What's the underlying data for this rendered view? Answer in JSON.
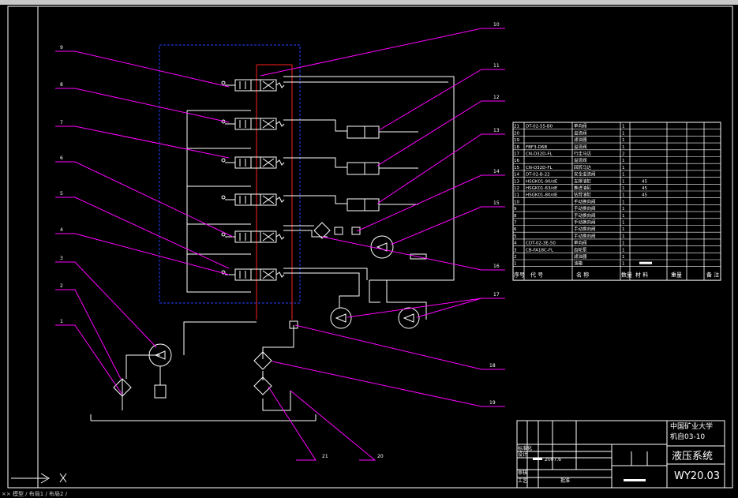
{
  "colors": {
    "background": "#000000",
    "white": "#ffffff",
    "magenta": "#ff00ff",
    "blue": "#2040ff",
    "red": "#ff2020"
  },
  "diagram": {
    "labels": [
      "1",
      "2",
      "3",
      "4",
      "5",
      "6",
      "7",
      "8",
      "9",
      "10",
      "11",
      "12",
      "13",
      "14",
      "15",
      "16",
      "17",
      "18",
      "19",
      "20",
      "21"
    ]
  },
  "parts_table": {
    "rows": [
      {
        "no": "21",
        "code": "DT-02-55-B0",
        "name": "单向阀",
        "qty": "1",
        "mat": ""
      },
      {
        "no": "20",
        "code": "",
        "name": "溢流阀",
        "qty": "1",
        "mat": ""
      },
      {
        "no": "19",
        "code": "",
        "name": "滤油器",
        "qty": "1",
        "mat": ""
      },
      {
        "no": "18",
        "code": "FBF3-D6B",
        "name": "溢流阀",
        "qty": "1",
        "mat": ""
      },
      {
        "no": "17",
        "code": "CN-D32D-FL",
        "name": "行走马达",
        "qty": "2",
        "mat": ""
      },
      {
        "no": "16",
        "code": "",
        "name": "溢流阀",
        "qty": "1",
        "mat": ""
      },
      {
        "no": "15",
        "code": "CN-D32D-FL",
        "name": "回转马达",
        "qty": "1",
        "mat": ""
      },
      {
        "no": "14",
        "code": "DT-02-B-22",
        "name": "安全溢流阀",
        "qty": "1",
        "mat": ""
      },
      {
        "no": "13",
        "code": "HSGK01-90/dE",
        "name": "支撑油缸",
        "qty": "1",
        "mat": "45"
      },
      {
        "no": "12",
        "code": "HSGK01-63/dE",
        "name": "推进油缸",
        "qty": "1",
        "mat": "45"
      },
      {
        "no": "11",
        "code": "HSGK01-80/dE",
        "name": "钻臂油缸",
        "qty": "1",
        "mat": "45"
      },
      {
        "no": "10",
        "code": "",
        "name": "手动换向阀",
        "qty": "1",
        "mat": ""
      },
      {
        "no": "9",
        "code": "",
        "name": "手动换向阀",
        "qty": "1",
        "mat": ""
      },
      {
        "no": "8",
        "code": "",
        "name": "手动换向阀",
        "qty": "1",
        "mat": ""
      },
      {
        "no": "7",
        "code": "",
        "name": "手动换向阀",
        "qty": "1",
        "mat": ""
      },
      {
        "no": "6",
        "code": "",
        "name": "手动换向阀",
        "qty": "1",
        "mat": ""
      },
      {
        "no": "5",
        "code": "",
        "name": "手动换向阀",
        "qty": "1",
        "mat": ""
      },
      {
        "no": "4",
        "code": "CDT-02-3E-50",
        "name": "单向阀",
        "qty": "1",
        "mat": ""
      },
      {
        "no": "3",
        "code": "CB-FA18C-FL",
        "name": "齿轮泵",
        "qty": "1",
        "mat": ""
      },
      {
        "no": "2",
        "code": "",
        "name": "滤油器",
        "qty": "1",
        "mat": ""
      },
      {
        "no": "1",
        "code": "",
        "name": "油箱",
        "qty": "1",
        "mat": ""
      }
    ],
    "header": {
      "no": "序号",
      "code": "代 号",
      "name": "名 称",
      "qty": "数量",
      "mat": "材 料",
      "weight": "重量",
      "note": "备 注"
    }
  },
  "title_block": {
    "school": "中国矿业大学",
    "class": "机自03-10",
    "title": "液压系统",
    "drawing_no": "WY20.03",
    "date": "2007.6",
    "rows": [
      "设计",
      "审核",
      "工艺",
      "批准",
      "标准化"
    ]
  },
  "command_line": {
    "text": "×× 模型 / 布局1 / 布局2 /"
  }
}
